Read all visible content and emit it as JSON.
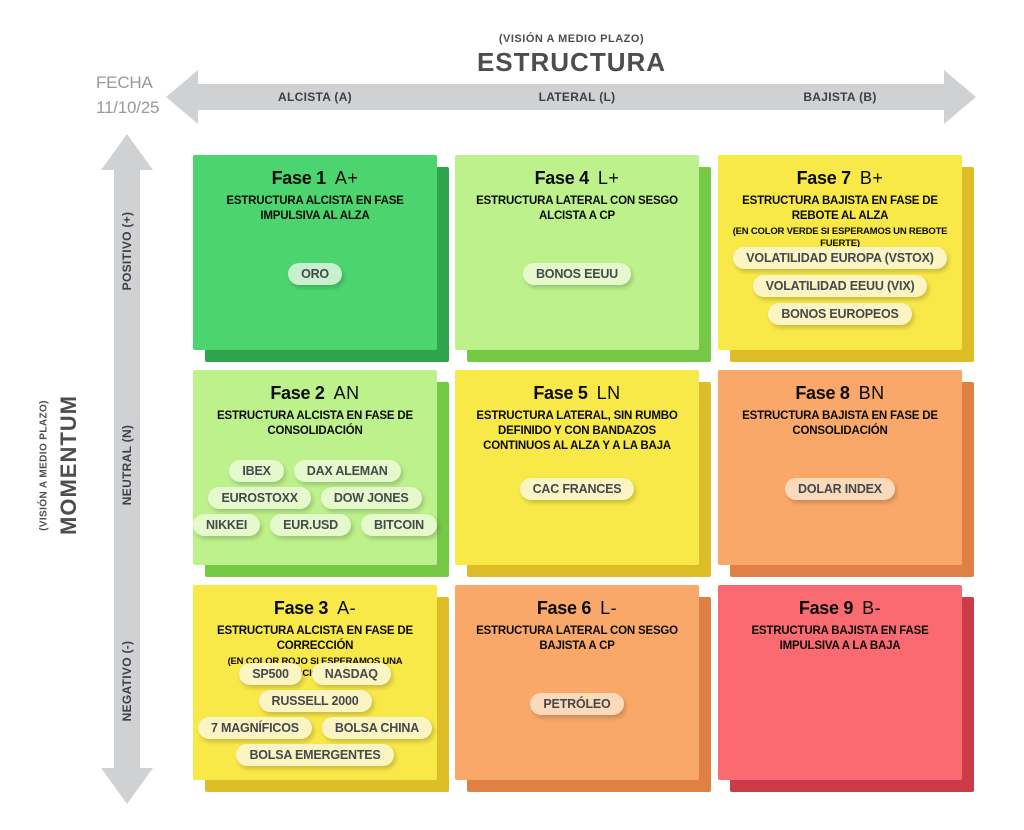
{
  "meta": {
    "date_label": "FECHA",
    "date_value": "11/10/25"
  },
  "axes": {
    "horizontal": {
      "subtitle": "(VISIÓN A MEDIO PLAZO)",
      "title": "ESTRUCTURA",
      "labels": [
        "ALCISTA (A)",
        "LATERAL (L)",
        "BAJISTA (B)"
      ]
    },
    "vertical": {
      "subtitle": "(VISIÓN A MEDIO PLAZO)",
      "title": "MOMENTUM",
      "labels": [
        "POSITIVO (+)",
        "NEUTRAL (N)",
        "NEGATIVO (-)"
      ]
    }
  },
  "palette": {
    "arrow_gray": "#cfd1d3",
    "axis_text": "#3e4043",
    "header_text": "#4c4d4f",
    "date_text": "#97999c",
    "green": "#4cd56e",
    "green_shadow": "#2fa44d",
    "lightgreen": "#bdf18b",
    "lightgreen_shadow": "#76c847",
    "yellow": "#f8e848",
    "yellow_shadow": "#ddbe28",
    "orange": "#f9a869",
    "orange_shadow": "#df8145",
    "red": "#f96b71",
    "red_shadow": "#c93c48"
  },
  "cells": [
    {
      "id": "fase-1",
      "row": 0,
      "col": 0,
      "theme": "green",
      "title": "Fase 1",
      "code": "A+",
      "description": "ESTRUCTURA ALCISTA EN FASE IMPULSIVA AL ALZA",
      "note": "",
      "tags": [
        [
          "ORO"
        ]
      ]
    },
    {
      "id": "fase-4",
      "row": 0,
      "col": 1,
      "theme": "lightgreen",
      "title": "Fase 4",
      "code": "L+",
      "description": "ESTRUCTURA LATERAL CON SESGO ALCISTA A CP",
      "note": "",
      "tags": [
        [
          "BONOS EEUU"
        ]
      ]
    },
    {
      "id": "fase-7",
      "row": 0,
      "col": 2,
      "theme": "yellow",
      "title": "Fase 7",
      "code": "B+",
      "description": "ESTRUCTURA BAJISTA EN FASE DE REBOTE AL ALZA",
      "note": "(EN COLOR VERDE SI ESPERAMOS UN REBOTE FUERTE)",
      "tags": [
        [
          "VOLATILIDAD EUROPA (VSTOX)"
        ],
        [
          "VOLATILIDAD EEUU (VIX)"
        ],
        [
          "BONOS EUROPEOS"
        ]
      ]
    },
    {
      "id": "fase-2",
      "row": 1,
      "col": 0,
      "theme": "lightgreen",
      "title": "Fase 2",
      "code": "AN",
      "description": "ESTRUCTURA ALCISTA EN FASE DE CONSOLIDACIÓN",
      "note": "",
      "tags": [
        [
          "IBEX",
          "DAX ALEMAN"
        ],
        [
          "EUROSTOXX",
          "DOW JONES"
        ],
        [
          "NIKKEI",
          "EUR.USD",
          "BITCOIN"
        ]
      ]
    },
    {
      "id": "fase-5",
      "row": 1,
      "col": 1,
      "theme": "yellow",
      "title": "Fase 5",
      "code": "LN",
      "description": "ESTRUCTURA LATERAL, SIN RUMBO DEFINIDO Y CON BANDAZOS CONTINUOS AL ALZA Y A LA BAJA",
      "note": "",
      "tags": [
        [
          "CAC FRANCES"
        ]
      ]
    },
    {
      "id": "fase-8",
      "row": 1,
      "col": 2,
      "theme": "orange",
      "title": "Fase 8",
      "code": "BN",
      "description": "ESTRUCTURA BAJISTA EN FASE DE CONSOLIDACIÓN",
      "note": "",
      "tags": [
        [
          "DOLAR INDEX"
        ]
      ]
    },
    {
      "id": "fase-3",
      "row": 2,
      "col": 0,
      "theme": "yellow",
      "title": "Fase 3",
      "code": "A-",
      "description": "ESTRUCTURA ALCISTA EN FASE DE CORRECCIÓN",
      "note": "(EN COLOR ROJO SI ESPERAMOS UNA CORRECCIÓN FUERTE)",
      "tags": [
        [
          "SP500",
          "NASDAQ"
        ],
        [
          "RUSSELL 2000"
        ],
        [
          "7 MAGNÍFICOS",
          "BOLSA CHINA"
        ],
        [
          "BOLSA EMERGENTES"
        ]
      ]
    },
    {
      "id": "fase-6",
      "row": 2,
      "col": 1,
      "theme": "orange",
      "title": "Fase 6",
      "code": "L-",
      "description": "ESTRUCTURA LATERAL CON SESGO BAJISTA A CP",
      "note": "",
      "tags": [
        [
          "PETRÓLEO"
        ]
      ]
    },
    {
      "id": "fase-9",
      "row": 2,
      "col": 2,
      "theme": "red",
      "title": "Fase 9",
      "code": "B-",
      "description": "ESTRUCTURA BAJISTA EN FASE IMPULSIVA A LA BAJA",
      "note": "",
      "tags": []
    }
  ]
}
